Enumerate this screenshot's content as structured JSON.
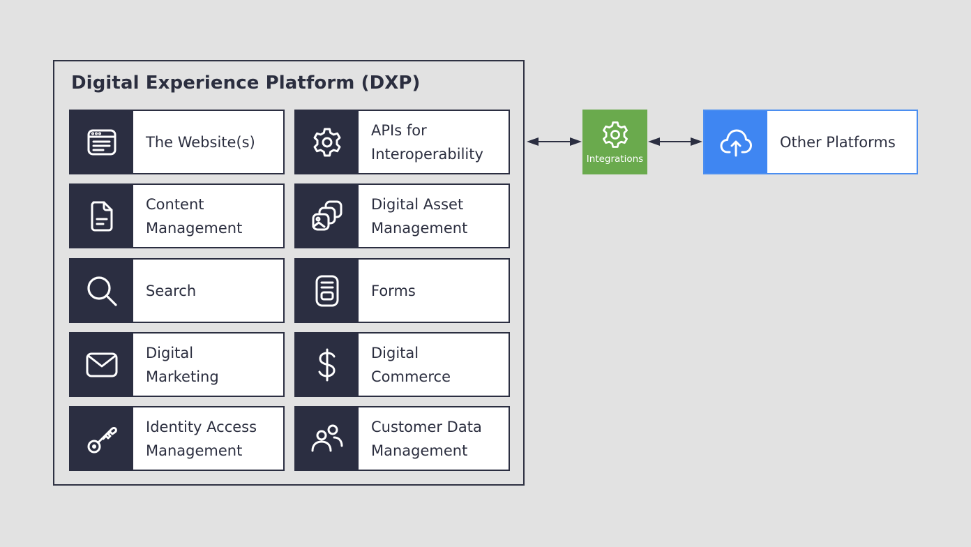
{
  "platform": {
    "title": "Digital Experience Platform (DXP)",
    "modules": [
      {
        "icon": "browser-window-icon",
        "lines": [
          "The Website(s)"
        ]
      },
      {
        "icon": "gear-icon",
        "lines": [
          "APIs for",
          "Interoperability"
        ]
      },
      {
        "icon": "document-icon",
        "lines": [
          "Content",
          "Management"
        ]
      },
      {
        "icon": "image-stack-icon",
        "lines": [
          "Digital Asset",
          "Management"
        ]
      },
      {
        "icon": "search-icon",
        "lines": [
          "Search"
        ]
      },
      {
        "icon": "form-icon",
        "lines": [
          "Forms"
        ]
      },
      {
        "icon": "envelope-icon",
        "lines": [
          "Digital",
          "Marketing"
        ]
      },
      {
        "icon": "dollar-icon",
        "lines": [
          "Digital",
          "Commerce"
        ]
      },
      {
        "icon": "key-icon",
        "lines": [
          "Identity Access",
          "Management"
        ]
      },
      {
        "icon": "users-icon",
        "lines": [
          "Customer Data",
          "Management"
        ]
      }
    ]
  },
  "integrations": {
    "label": "Integrations",
    "icon": "gear-icon",
    "color": "#6aaa4d"
  },
  "other_platforms": {
    "label": "Other Platforms",
    "icon": "cloud-upload-icon",
    "color": "#3f86f2"
  },
  "colors": {
    "background": "#e2e2e2",
    "icon_panel": "#2b2e41",
    "text": "#2b2e3f"
  }
}
